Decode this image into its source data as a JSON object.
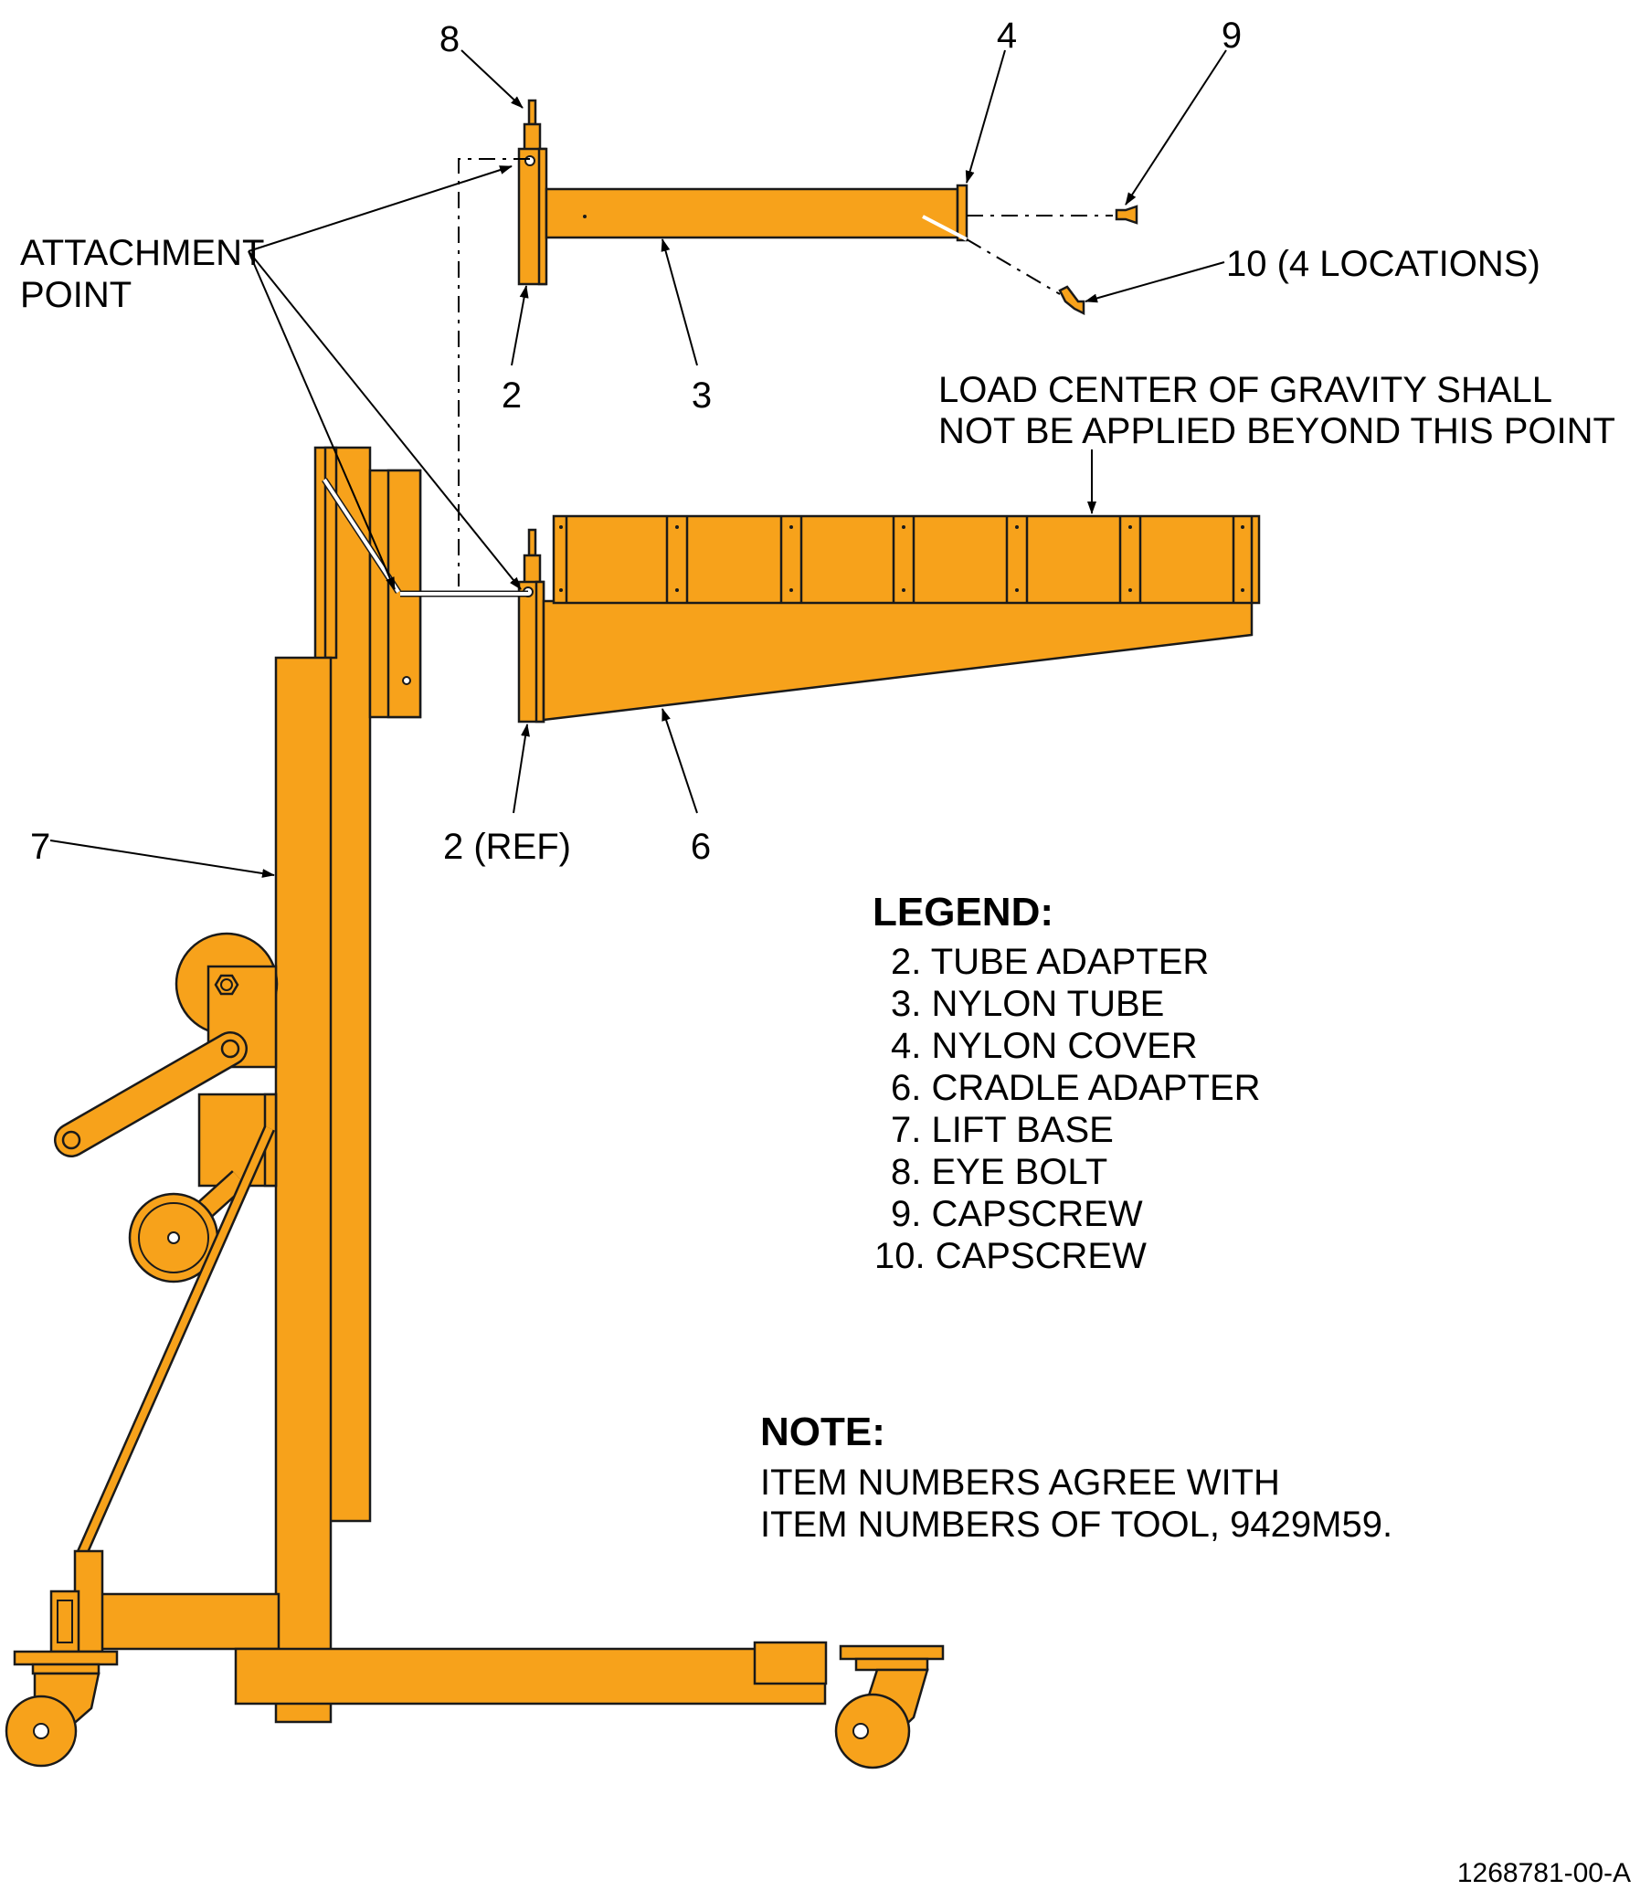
{
  "callouts": {
    "c8": "8",
    "c4": "4",
    "c9": "9",
    "c10": "10 (4 LOCATIONS)",
    "attachment_l1": "ATTACHMENT",
    "attachment_l2": "POINT",
    "c2": "2",
    "c3": "3",
    "cog_l1": "LOAD CENTER OF GRAVITY SHALL",
    "cog_l2": "NOT BE APPLIED BEYOND THIS POINT",
    "c7": "7",
    "c2ref": "2 (REF)",
    "c6": "6"
  },
  "legend": {
    "title": "LEGEND:",
    "items": [
      "2. TUBE ADAPTER",
      "3. NYLON TUBE",
      "4. NYLON COVER",
      "6. CRADLE ADAPTER",
      "7. LIFT BASE",
      "8. EYE BOLT",
      "9. CAPSCREW",
      "10. CAPSCREW"
    ]
  },
  "note": {
    "title": "NOTE:",
    "line1": "ITEM NUMBERS AGREE WITH",
    "line2": "ITEM NUMBERS OF TOOL, 9429M59."
  },
  "doc_number": "1268781-00-A",
  "colors": {
    "part_fill": "#f7a21b",
    "outline": "#1a1a1a"
  }
}
